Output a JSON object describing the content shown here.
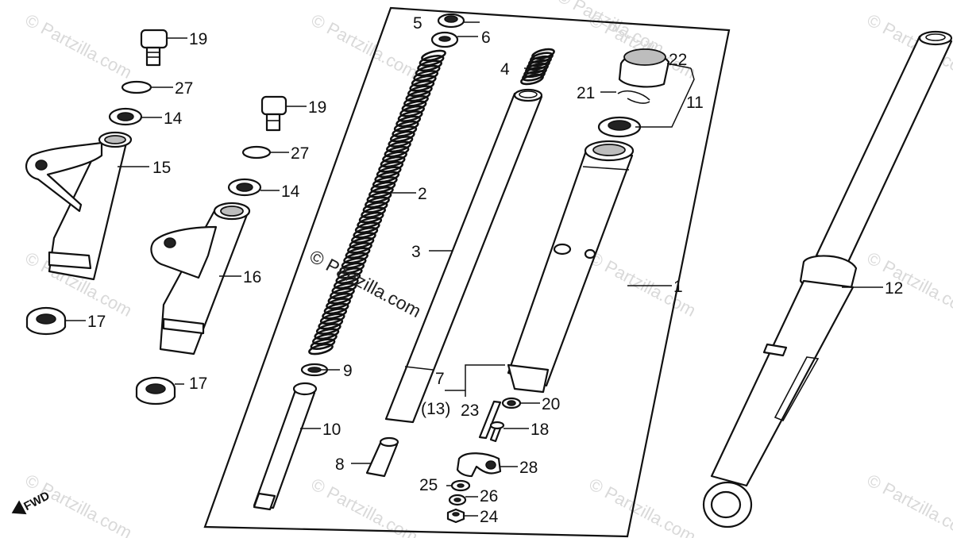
{
  "watermark": {
    "text": "© Partzilla.com",
    "tiles": [
      "© Partzilla.com",
      "© Partzilla.com",
      "© Partzilla.com",
      "© Partzilla.com",
      "© Partzilla.com",
      "© Partzilla.com",
      "© Partzilla.com",
      "© Partzilla.com",
      "© Partzilla.com",
      "© Partzilla.com",
      "© Partzilla.com",
      "© Partzilla.com"
    ],
    "center_line1": "© Partzilla.com"
  },
  "direction_marker": {
    "label": "FWD",
    "icon": "arrow-icon"
  },
  "callouts": {
    "c1": "1",
    "c2": "2",
    "c3": "3",
    "c4": "4",
    "c5": "5",
    "c6": "6",
    "c7": "7",
    "c13": "(13)",
    "c8": "8",
    "c9": "9",
    "c10": "10",
    "c11": "11",
    "c12": "12",
    "c14a": "14",
    "c14b": "14",
    "c15": "15",
    "c16": "16",
    "c17a": "17",
    "c17b": "17",
    "c18": "18",
    "c19a": "19",
    "c19b": "19",
    "c20": "20",
    "c21": "21",
    "c22": "22",
    "c23": "23",
    "c24": "24",
    "c25": "25",
    "c26": "26",
    "c27a": "27",
    "c27b": "27",
    "c28": "28"
  }
}
